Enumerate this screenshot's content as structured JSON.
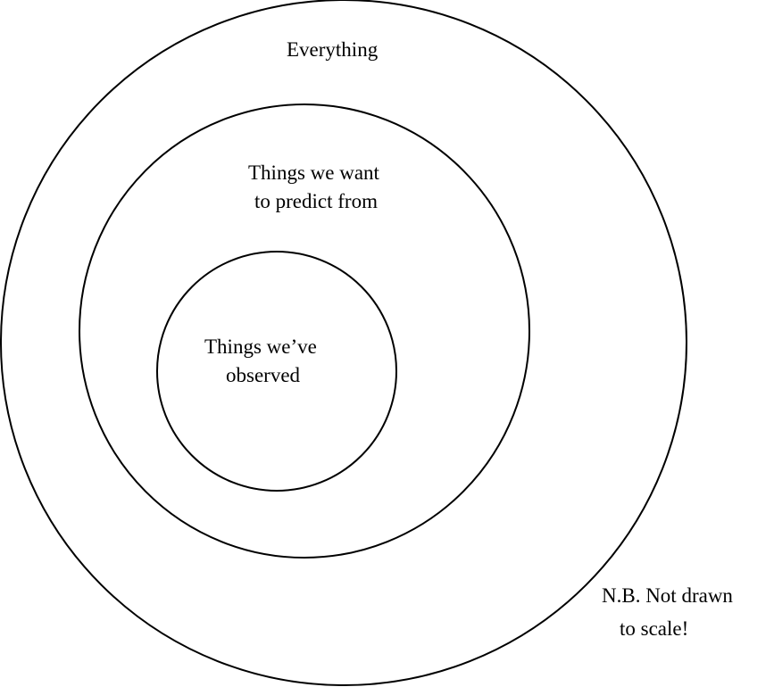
{
  "diagram": {
    "sets": [
      {
        "id": "everything",
        "lines": [
          "Everything"
        ]
      },
      {
        "id": "predict",
        "lines": [
          "Things we want",
          "to predict from"
        ]
      },
      {
        "id": "observed",
        "lines": [
          "Things we’ve",
          "observed"
        ]
      }
    ],
    "note": {
      "lines": [
        "N.B. Not drawn",
        "to scale!"
      ]
    },
    "colors": {
      "stroke": "#000000",
      "text": "#000000",
      "background": "#ffffff"
    }
  }
}
